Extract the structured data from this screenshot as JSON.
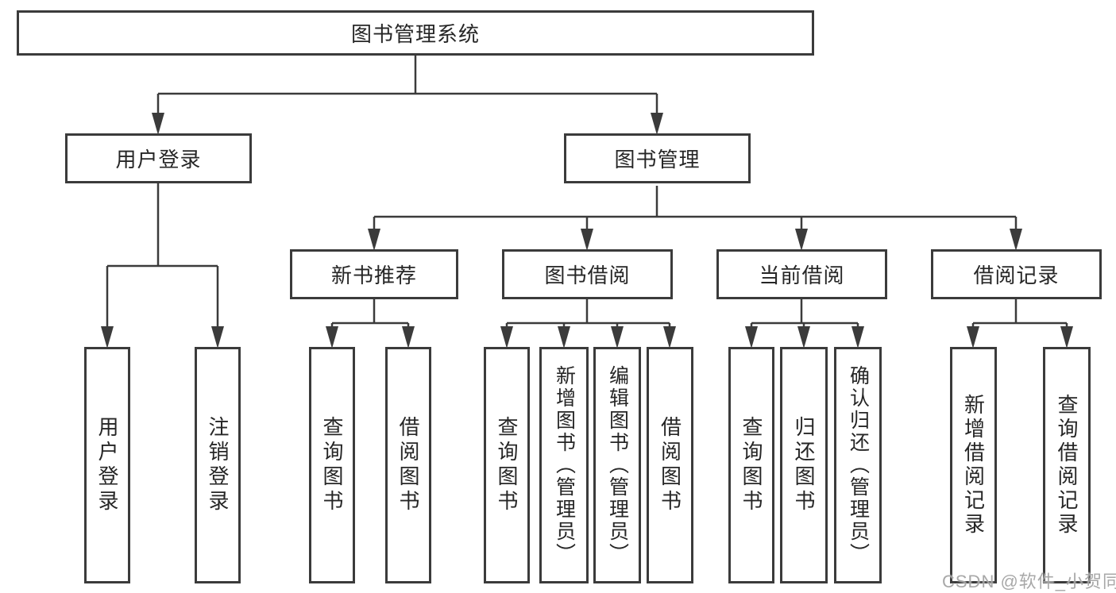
{
  "colors": {
    "line": "#3b3b3b",
    "box_border": "#3b3b3b",
    "text": "#262626",
    "background": "#ffffff",
    "watermark": "#9e9e9e"
  },
  "nodes": {
    "root": {
      "label": "图书管理系统"
    },
    "user_login": {
      "label": "用户登录"
    },
    "book_mgmt": {
      "label": "图书管理"
    },
    "new_book_rec": {
      "label": "新书推荐"
    },
    "book_borrow": {
      "label": "图书借阅"
    },
    "current_borrow": {
      "label": "当前借阅"
    },
    "borrow_records": {
      "label": "借阅记录"
    },
    "leaf_user_login": {
      "label": "用户登录"
    },
    "leaf_logout": {
      "label": "注销登录"
    },
    "leaf_query_book_rec": {
      "label": "查询图书"
    },
    "leaf_borrow_book_rec": {
      "label": "借阅图书"
    },
    "leaf_query_book_borrow": {
      "label": "查询图书"
    },
    "leaf_add_book_admin": {
      "label": "新增图书（管理员）"
    },
    "leaf_edit_book_admin": {
      "label": "编辑图书（管理员）"
    },
    "leaf_borrow_book_borrow": {
      "label": "借阅图书"
    },
    "leaf_query_book_current": {
      "label": "查询图书"
    },
    "leaf_return_book": {
      "label": "归还图书"
    },
    "leaf_confirm_return_admin": {
      "label": "确认归还（管理员）"
    },
    "leaf_add_borrow_record": {
      "label": "新增借阅记录"
    },
    "leaf_query_borrow_record": {
      "label": "查询借阅记录"
    }
  },
  "watermark": {
    "text": "CSDN @软件_小贺同学"
  }
}
